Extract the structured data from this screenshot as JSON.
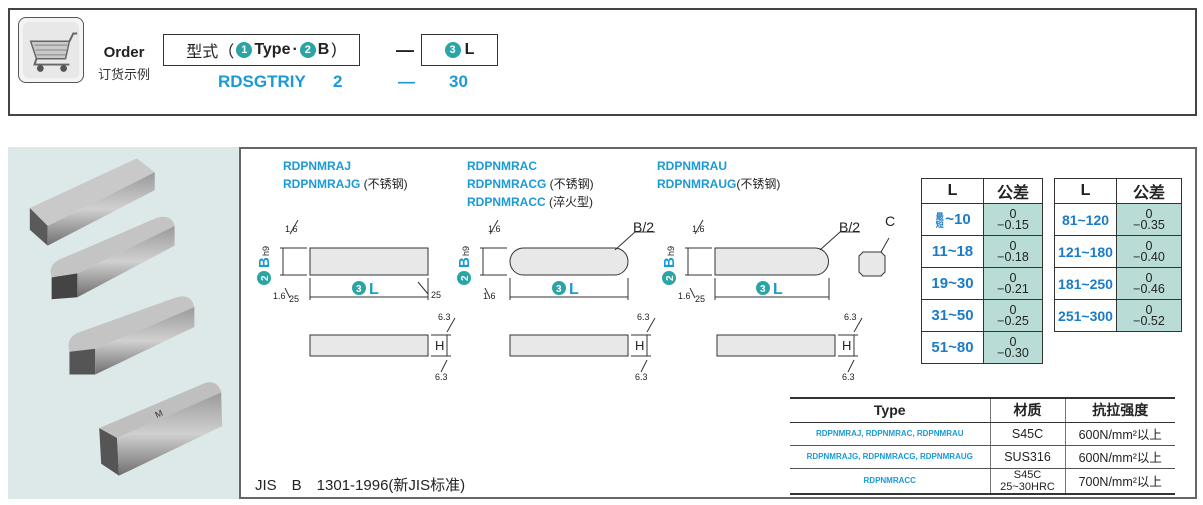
{
  "order": {
    "label_en": "Order",
    "label_cn": "订货示例",
    "header_type_prefix": "型式（",
    "header_type_1": "1",
    "header_type_word": "Type",
    "header_sep": "·",
    "header_type_2": "2",
    "header_type_b": "B",
    "header_type_suffix": ")",
    "header_dash": "—",
    "header_l_num": "3",
    "header_l": "L",
    "example_type": "RDSGTRIY",
    "example_b": "2",
    "example_dash": "—",
    "example_l": "30"
  },
  "models": [
    {
      "lines": [
        {
          "code": "RDPNMRAJ",
          "note": ""
        },
        {
          "code": "RDPNMRAJG",
          "note": " (不锈钢)"
        }
      ]
    },
    {
      "lines": [
        {
          "code": "RDPNMRAC",
          "note": ""
        },
        {
          "code": "RDPNMRACG",
          "note": " (不锈钢)"
        },
        {
          "code": "RDPNMRACC",
          "note": " (淬火型)"
        }
      ]
    },
    {
      "lines": [
        {
          "code": "RDPNMRAU",
          "note": ""
        },
        {
          "code": "RDPNMRAUG",
          "note": "(不锈钢)"
        }
      ]
    }
  ],
  "drawing": {
    "b_label": "B",
    "b_num": "2",
    "b_tol": "h9",
    "l_label": "L",
    "l_num": "3",
    "h_label": "H",
    "roughness_a": "1.6",
    "roughness_b": "6.3",
    "roughness_c": "25",
    "b_half": "B/2",
    "c_label": "C"
  },
  "tolerance": {
    "header_l": "L",
    "header_tol": "公差",
    "left": [
      {
        "l": "~10",
        "prefix": "最短",
        "tol": "0\n−0.15"
      },
      {
        "l": "11~18",
        "prefix": "",
        "tol": "0\n−0.18"
      },
      {
        "l": "19~30",
        "prefix": "",
        "tol": "0\n−0.21"
      },
      {
        "l": "31~50",
        "prefix": "",
        "tol": "0\n−0.25"
      },
      {
        "l": "51~80",
        "prefix": "",
        "tol": "0\n−0.30"
      }
    ],
    "right": [
      {
        "l": "81~120",
        "tol": "0\n−0.35"
      },
      {
        "l": "121~180",
        "tol": "0\n−0.40"
      },
      {
        "l": "181~250",
        "tol": "0\n−0.46"
      },
      {
        "l": "251~300",
        "tol": "0\n−0.52"
      }
    ]
  },
  "standard": "JIS　B　1301-1996(新JIS标准)",
  "materials": {
    "headers": [
      "Type",
      "材质",
      "抗拉强度"
    ],
    "rows": [
      {
        "type": "RDPNMRAJ, RDPNMRAC, RDPNMRAU",
        "material": "S45C",
        "strength": "600N/mm²以上"
      },
      {
        "type": "RDPNMRAJG, RDPNMRACG, RDPNMRAUG",
        "material": "SUS316",
        "strength": "600N/mm²以上"
      },
      {
        "type": "RDPNMRACC",
        "material": "S45C 25~30HRC",
        "strength": "700N/mm²以上"
      }
    ]
  },
  "colors": {
    "accent": "#1a9ad6",
    "teal": "#2aa4a4",
    "tol_bg": "#b9ddd6"
  }
}
